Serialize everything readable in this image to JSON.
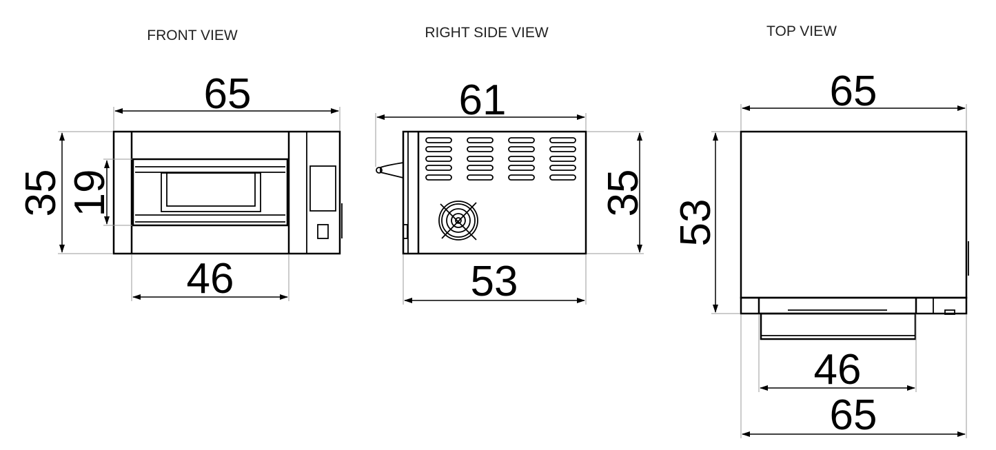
{
  "views": {
    "front": {
      "title": "FRONT VIEW",
      "width": "65",
      "height": "35",
      "door_height": "19",
      "door_width": "46"
    },
    "side": {
      "title": "RIGHT SIDE VIEW",
      "overall_depth": "61",
      "height": "35",
      "body_depth": "53"
    },
    "top": {
      "title": "TOP VIEW",
      "width_top": "65",
      "depth": "53",
      "drawer_width": "46",
      "width_bottom": "65"
    }
  },
  "colors": {
    "line": "#000000",
    "extension": "#999999"
  }
}
